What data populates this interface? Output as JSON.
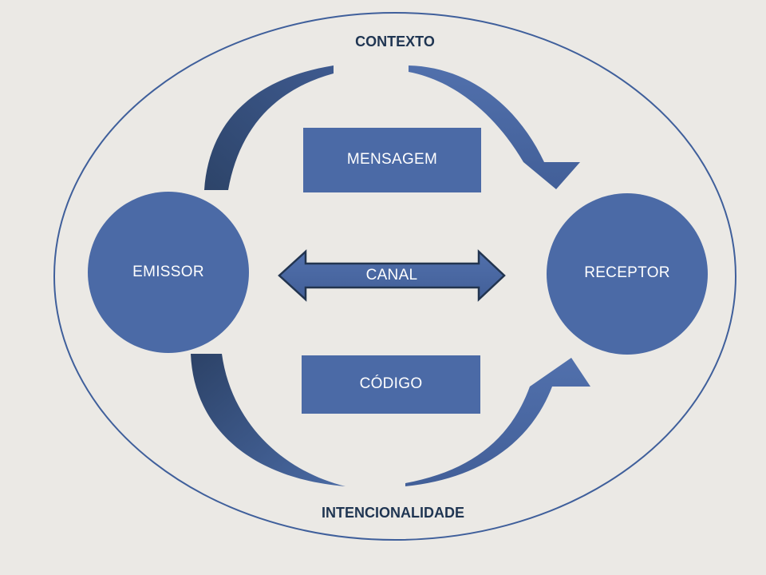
{
  "diagram": {
    "context_label": "CONTEXTO",
    "intention_label": "INTENCIONALIDADE",
    "sender_label": "EMISSOR",
    "receiver_label": "RECEPTOR",
    "message_label": "MENSAGEM",
    "channel_label": "CANAL",
    "code_label": "CÓDIGO"
  },
  "colors": {
    "background": "#ebe9e5",
    "shape_fill": "#4b6aa6",
    "shape_dark": "#2d4469",
    "ellipse_stroke": "#3f5f9b",
    "title_text": "#1f3552",
    "node_text": "#ffffff"
  }
}
